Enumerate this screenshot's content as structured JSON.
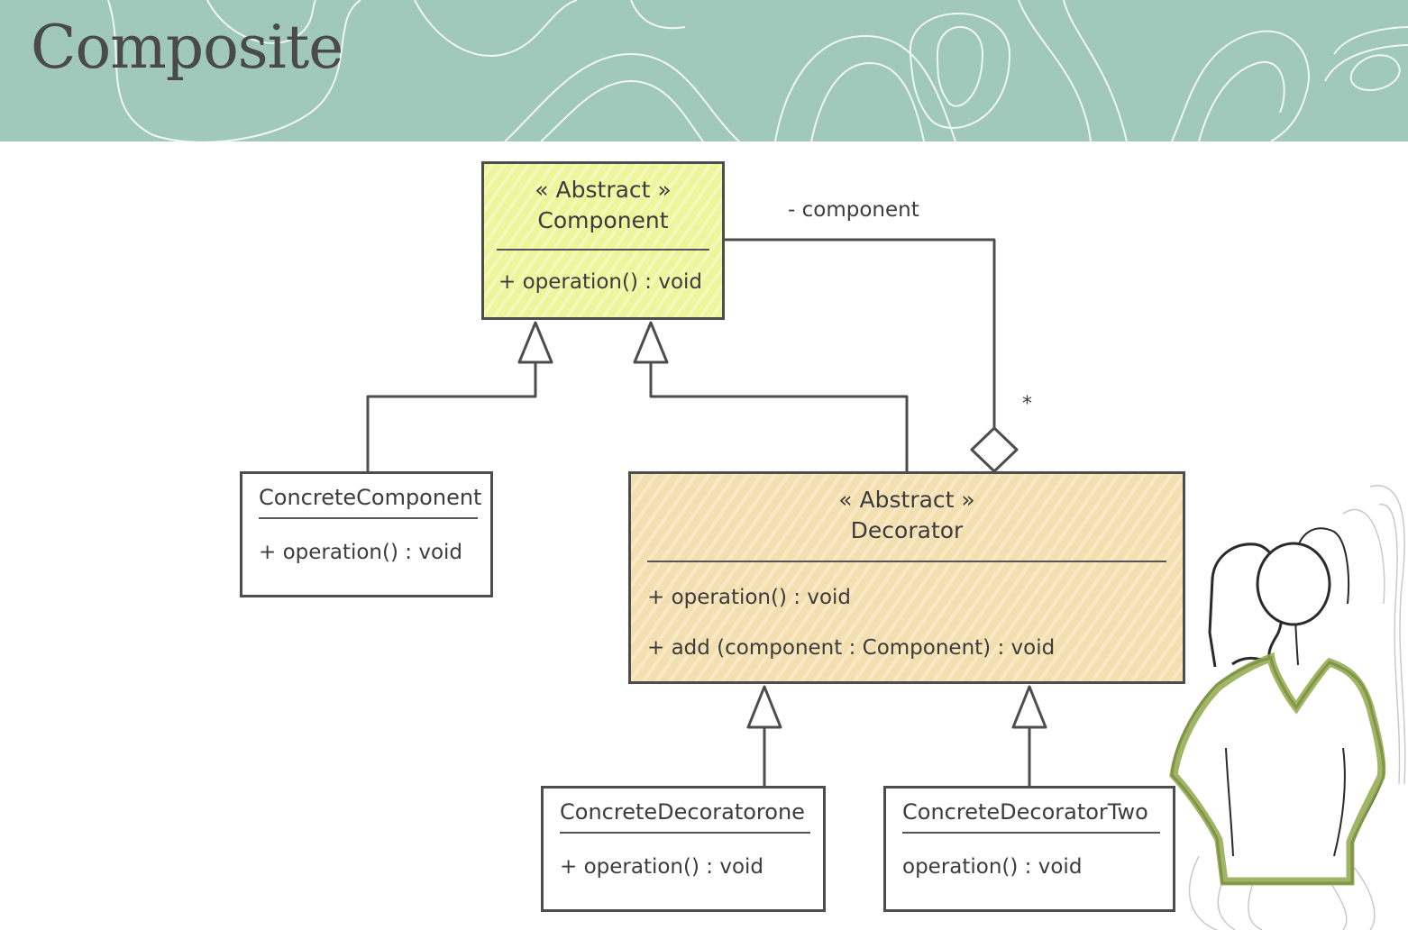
{
  "slide": {
    "title": "Composite"
  },
  "classes": {
    "component": {
      "stereotype": "« Abstract »",
      "name": "Component",
      "ops": [
        "+ operation() : void"
      ]
    },
    "concrete_component": {
      "name": "ConcreteComponent",
      "ops": [
        "+ operation() : void"
      ]
    },
    "decorator": {
      "stereotype": "« Abstract »",
      "name": "Decorator",
      "ops": [
        "+ operation() : void",
        "+ add (component : Component) : void"
      ]
    },
    "decorator_one": {
      "name": "ConcreteDecoratorone",
      "ops": [
        "+ operation() : void"
      ]
    },
    "decorator_two": {
      "name": "ConcreteDecoratorTwo",
      "ops": [
        "operation() : void"
      ]
    }
  },
  "association": {
    "role": "- component",
    "multiplicity": "*"
  },
  "colors": {
    "banner": "#a0c9bb",
    "abstract_component": "#f1f6a8",
    "abstract_decorator": "#f6e3b8",
    "shirt": "#8fa84a"
  },
  "icons": {
    "person": "person-illustration-icon"
  }
}
